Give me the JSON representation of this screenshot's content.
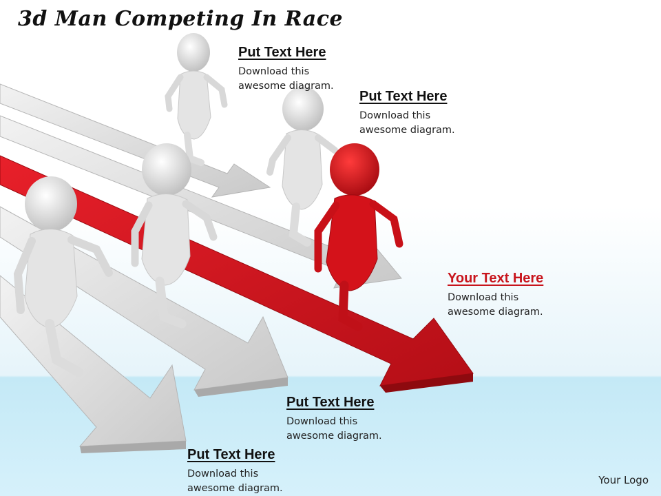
{
  "title": "3d Man Competing In Race",
  "callouts": [
    {
      "heading": "Put Text Here",
      "body": "Download this awesome diagram."
    },
    {
      "heading": "Put Text Here",
      "body": "Download this awesome diagram."
    },
    {
      "heading": "Your Text Here",
      "body": "Download this awesome diagram."
    },
    {
      "heading": "Put Text Here",
      "body": "Download this awesome diagram."
    },
    {
      "heading": "Put Text Here",
      "body": "Download this awesome diagram."
    }
  ],
  "logo": "Your Logo",
  "colors": {
    "accent": "#c8141c",
    "arrow_gray": "#dcdcdc",
    "figure_white": "#e8e8e8",
    "floor": "#c4e9f6"
  }
}
